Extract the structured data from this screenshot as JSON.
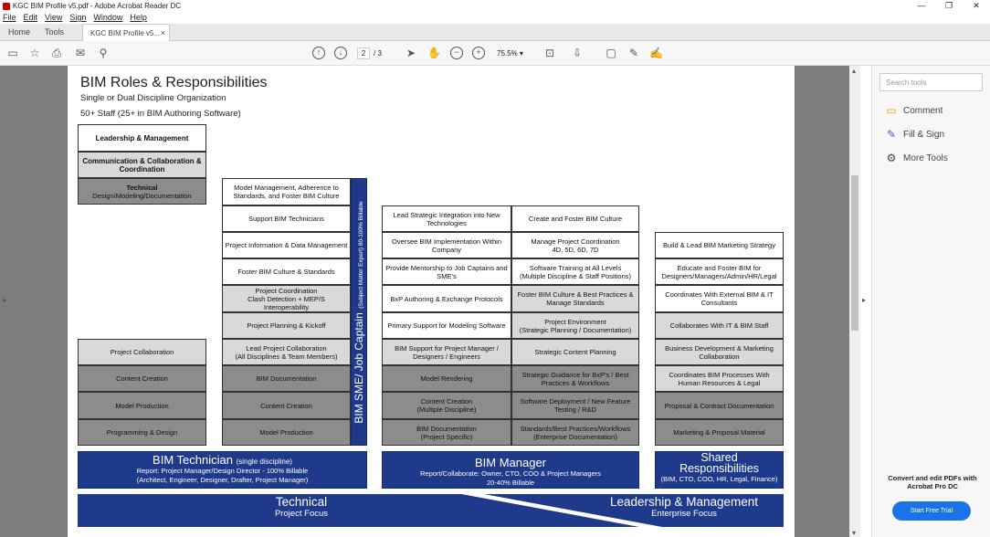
{
  "window": {
    "title": "KGC BIM Profile v5.pdf - Adobe Acrobat Reader DC",
    "min": "—",
    "max": "❐",
    "close": "✕"
  },
  "menu": [
    "File",
    "Edit",
    "View",
    "Sign",
    "Window",
    "Help"
  ],
  "tabs": {
    "home": "Home",
    "tools": "Tools",
    "doc": "KGC BIM Profile v5...",
    "close": "×"
  },
  "toolbar": {
    "page": "2",
    "total": "/ 3",
    "zoom": "75.5%"
  },
  "rightpane": {
    "search_placeholder": "Search tools",
    "comment": "Comment",
    "fill_sign": "Fill & Sign",
    "more_tools": "More Tools",
    "promo": "Convert and edit PDFs with Acrobat Pro DC",
    "trial": "Start Free Trial"
  },
  "doc": {
    "title": "BIM Roles & Responsibilities",
    "sub1": "Single or Dual Discipline Organization",
    "sub2": "50+ Staff (25+ in BIM Authoring Software)",
    "legend": [
      "Leadership & Management",
      "Communication & Collaboration & Coordination",
      "Technical",
      "Design/Modeling/Documentation"
    ],
    "tech_col": [
      "Project Collaboration",
      "Content Creation",
      "Model Production",
      "Programming & Design"
    ],
    "sme_col": [
      "Model Management, Adherence to Standards, and Foster BIM Culture",
      "Support BIM Technicians",
      "Project Information & Data Management",
      "Foster BIM Culture & Standards",
      "Project Coordination",
      "Clash Detection + MEP/S Interoperability",
      "Project Planning & Kickoff",
      "Lead Project Collaboration",
      "(All Disciplines & Team Members)",
      "BIM Documentation",
      "Content Creation",
      "Model Production"
    ],
    "sme_vertical": "BIM SME/ Job Captain",
    "sme_vertical_small": "(Subject Matter Expert) 80-100% Billable",
    "mgr_left": [
      "Lead Strategic Integration into New Technologies",
      "Oversee BIM Implementation Within Company",
      "Provide Mentorship to Job Captains and SME's",
      "BxP Authoring & Exchange Protocols",
      "Primary Support for Modeling Software",
      "BIM Support for Project Manager / Designers / Engineers",
      "Model Rendering",
      "Content Creation",
      "(Multiple Discipline)",
      "BIM Documentation",
      "(Project Specific)"
    ],
    "mgr_right": [
      "Create and Foster BIM Culture",
      "Manage Project Coordination",
      "4D, 5D, 6D, 7D",
      "Software Training at All Levels",
      "(Multiple Discipline & Staff Positions)",
      "Foster BIM Culture & Best Practices & Manage Standards",
      "Project Environment",
      "(Strategic Planning / Documentation)",
      "Strategic Content Planning",
      "Strategic Guidance for BxP's / Best Practices & Workflows",
      "Software Deployment / New Feature Testing / R&D",
      "Standards/Best Practices/Workflows",
      "(Enterprise Documentation)"
    ],
    "shared_col": [
      "Build & Lead BIM Marketing Strategy",
      "Educate and Foster BIM for Designers/Managers/Admin/HR/Legal",
      "Coordinates With External BIM & IT Consultants",
      "Collaborates With  IT & BIM Staff",
      "Business Development & Marketing Collaboration",
      "Coordinates BIM Processes With Human Resources & Legal",
      "Proposal & Contract Documentation",
      "Marketing & Proposal Material"
    ],
    "tech_banner": {
      "title": "BIM Technician",
      "small": "(single discipline)",
      "l1": "Report: Project Manager/Design Director - 100% Billable",
      "l2": "(Architect, Engineer, Designer, Drafter, Project Manager)"
    },
    "mgr_banner": {
      "title": "BIM Manager",
      "l1": "Report/Collaborate: Owner, CTO, COO & Project Managers",
      "l2": "20-40% Billable"
    },
    "shared_banner": {
      "title1": "Shared",
      "title2": "Responsibilities",
      "l1": "(BIM, CTO, COO, HR, Legal, Finance)"
    },
    "focus": {
      "t1": "Technical",
      "t2": "Project Focus",
      "l1": "Leadership & Management",
      "l2": "Enterprise Focus"
    }
  },
  "colors": {
    "navy": "#1f3a8a",
    "brand": "#1a73e8"
  }
}
